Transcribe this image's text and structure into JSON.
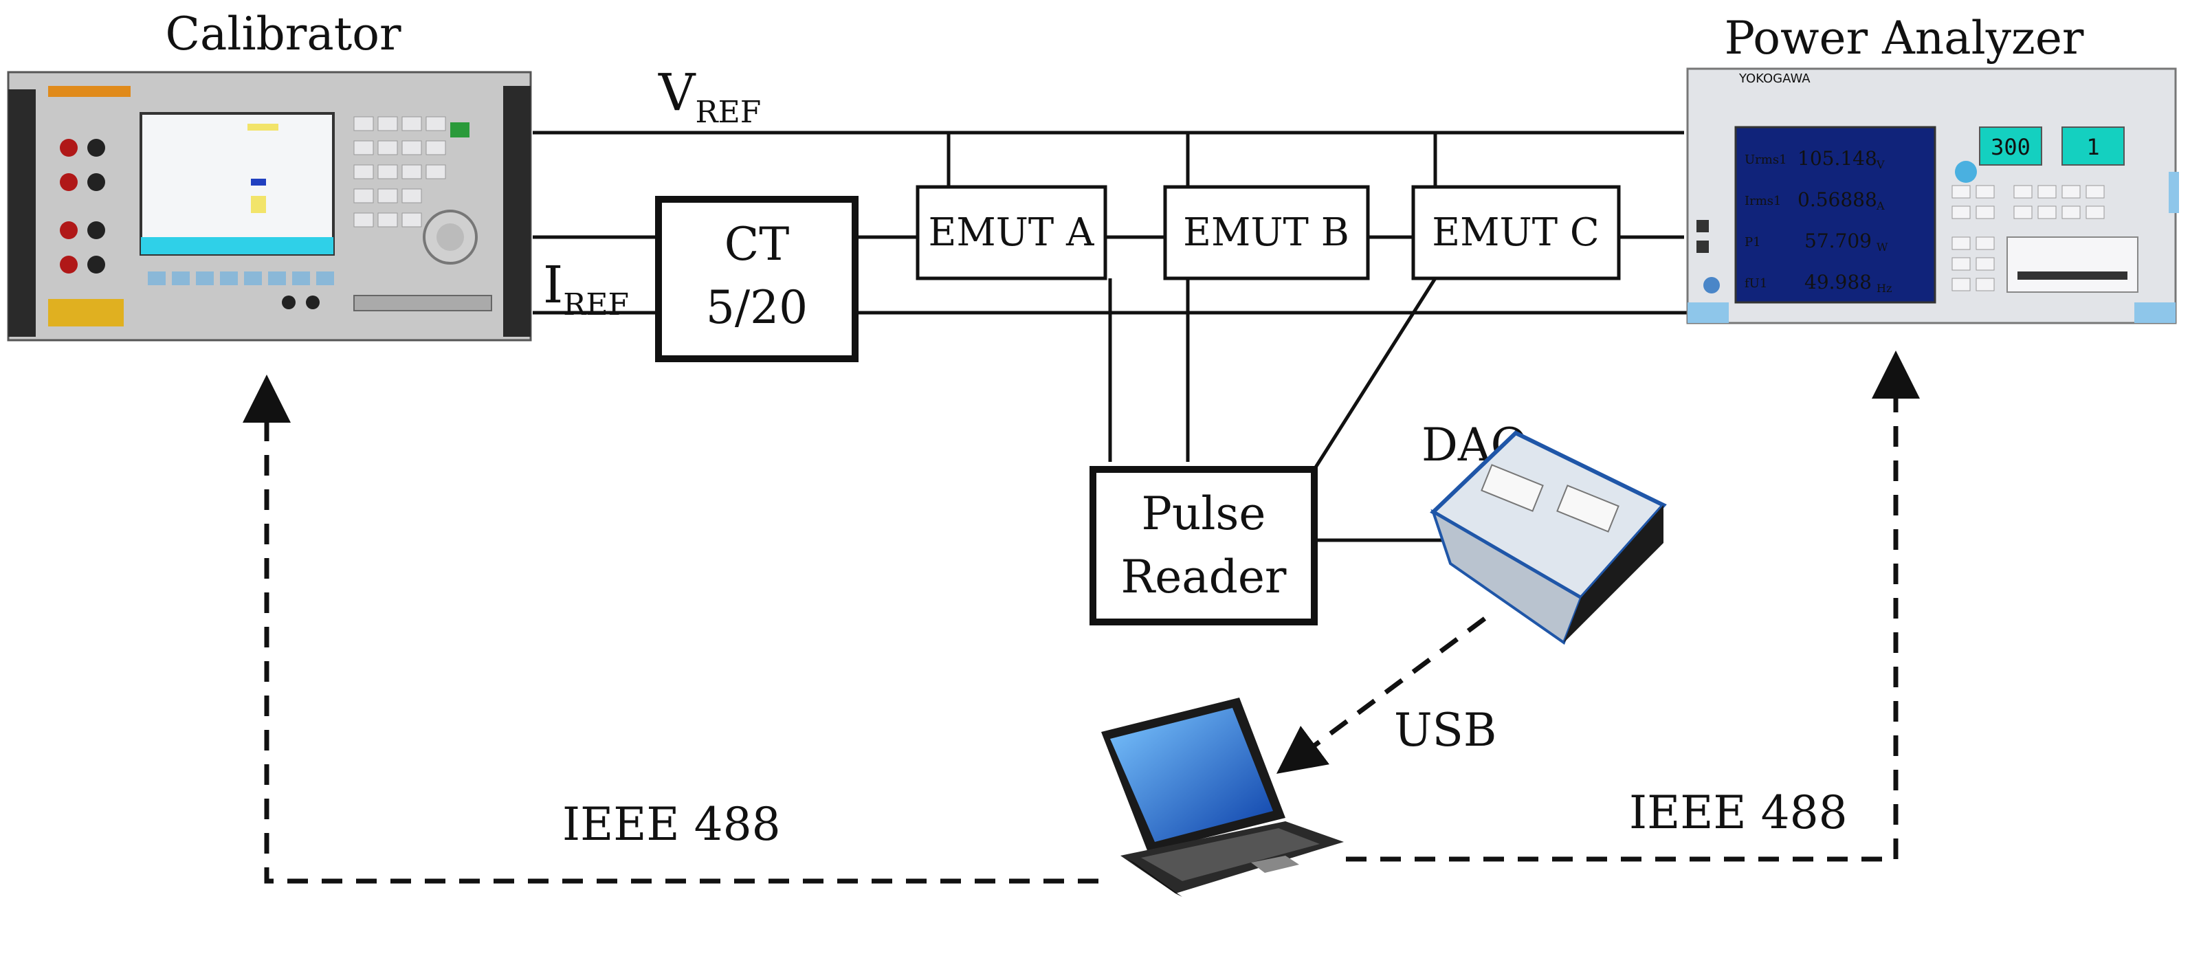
{
  "labels": {
    "calibrator": "Calibrator",
    "power_analyzer": "Power Analyzer",
    "vref_main": "V",
    "vref_sub": "REF",
    "iref_main": "I",
    "iref_sub": "REF",
    "daq": "DAQ",
    "usb": "USB",
    "ieee_left": "IEEE 488",
    "ieee_right": "IEEE 488"
  },
  "boxes": {
    "ct_line1": "CT",
    "ct_line2": "5/20",
    "emut_a": "EMUT A",
    "emut_b": "EMUT B",
    "emut_c": "EMUT C",
    "pulse_line1": "Pulse",
    "pulse_line2": "Reader"
  },
  "analyzer_screen": {
    "row1_label": "Urms1",
    "row1_value": "105.148",
    "row1_unit": "V",
    "row2_label": "Irms1",
    "row2_value": "0.56888",
    "row2_unit": "A",
    "row3_label": "P1",
    "row3_value": "57.709",
    "row3_unit": "W",
    "row4_label": "fU1",
    "row4_value": "49.988",
    "row4_unit": "Hz",
    "display_a": "300",
    "display_b": "1",
    "brand": "YOKOGAWA"
  },
  "colors": {
    "line": "#111111",
    "calibrator_screen": "#2fd0e8",
    "analyzer_screen": "#10237a",
    "laptop_screen": "#1c86e0",
    "daq_body": "#dfe6ee",
    "daq_accent": "#1f56a8"
  }
}
